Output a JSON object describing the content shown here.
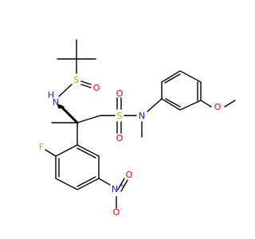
{
  "molecule": {
    "atoms": {
      "nh": {
        "N": "N",
        "H": "H",
        "color": "#2020ff"
      },
      "s_sulfinyl": {
        "label": "S",
        "color": "#c8a000"
      },
      "o_sulfinyl": {
        "label": "O",
        "color": "#ff0000"
      },
      "s_sulfonyl": {
        "label": "S",
        "color": "#c8a000"
      },
      "o_sulfonyl_1": {
        "label": "O",
        "color": "#ff0000"
      },
      "o_sulfonyl_2": {
        "label": "O",
        "color": "#ff0000"
      },
      "n_amide": {
        "label": "N",
        "color": "#2020ff"
      },
      "fluorine": {
        "label": "F",
        "color": "#90d050"
      },
      "n_nitro": {
        "label": "N",
        "plus": "+",
        "color": "#2020ff"
      },
      "o_nitro_1": {
        "label": "O",
        "minus": "-",
        "color": "#ff0000"
      },
      "o_nitro_2": {
        "label": "O",
        "color": "#ff0000"
      },
      "o_methoxy": {
        "label": "O",
        "color": "#ff0000"
      }
    },
    "bond_color": "#000000"
  }
}
